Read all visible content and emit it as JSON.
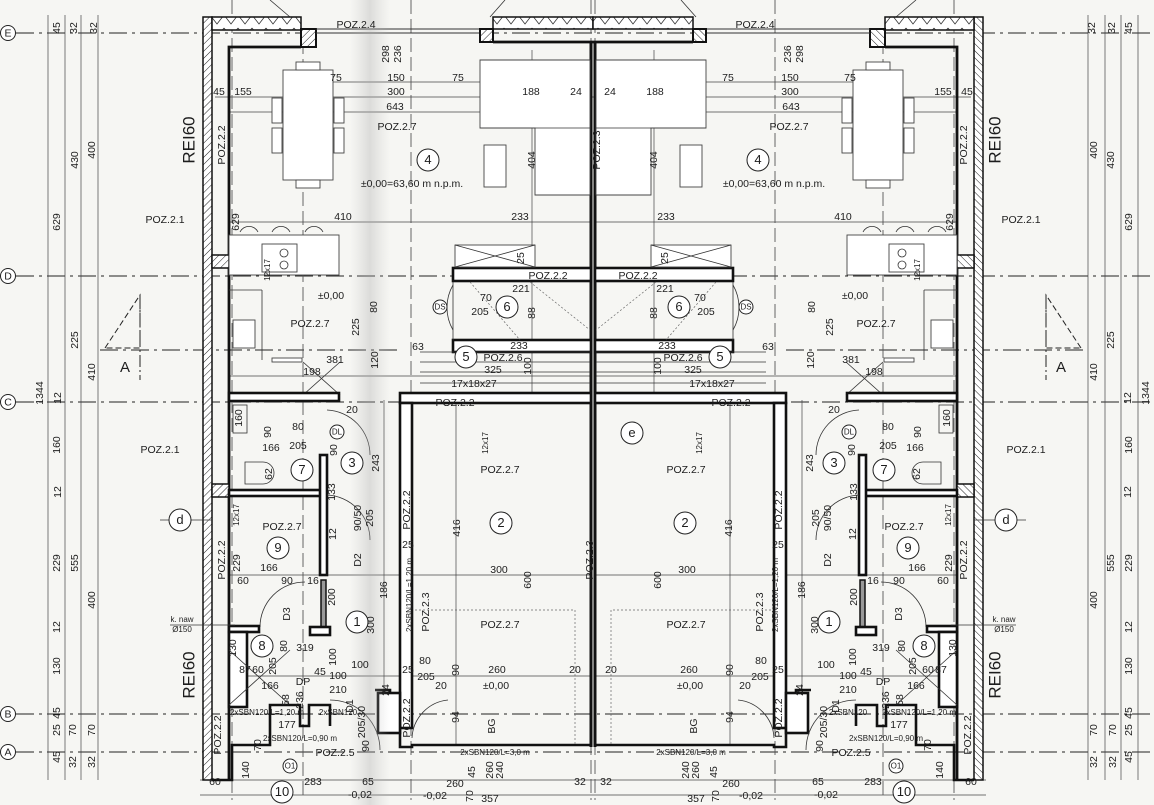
{
  "grid_axes": [
    "E",
    "D",
    "C",
    "B",
    "A"
  ],
  "detail_markers": [
    "d",
    "e"
  ],
  "section_marker": "A",
  "rooms": [
    "1",
    "2",
    "3",
    "4",
    "5",
    "6",
    "7",
    "8",
    "9",
    "10"
  ],
  "elevations": {
    "main": "±0,00=63,60 m n.p.m.",
    "zero": "±0,00",
    "outside": "-0,02"
  },
  "positions": {
    "p21": "POZ.2.1",
    "p22": "POZ.2.2",
    "p23": "POZ.2.3",
    "p24": "POZ.2.4",
    "p25": "POZ.2.5",
    "p26": "POZ.2.6",
    "p27": "POZ.2.7"
  },
  "fire_rating": "REI60",
  "doors": {
    "ds": "DS",
    "dl": "DL",
    "dp": "DP",
    "d1": "D1",
    "d2": "D2",
    "d3": "D3",
    "bg": "BG",
    "o1": "O1"
  },
  "lintels": {
    "l120": "2xSBN120/L=1,20 m",
    "l090": "2xSBN120/L=0,90 m",
    "l300": "2xSBN120/L=3,0 m",
    "sbn": "2xSBN120"
  },
  "stairs": "17x18x27",
  "vent": {
    "label": "k. naw",
    "dia": "Ø150"
  },
  "step_tag": "12x17",
  "dims": [
    "45",
    "32",
    "32",
    "629",
    "430",
    "400",
    "225",
    "410",
    "1344",
    "12",
    "160",
    "12",
    "229",
    "555",
    "400",
    "12",
    "130",
    "45",
    "25",
    "70",
    "70",
    "45",
    "32",
    "32",
    "298",
    "236",
    "75",
    "150",
    "75",
    "155",
    "45",
    "300",
    "188",
    "24",
    "643",
    "404",
    "629",
    "410",
    "233",
    "25",
    "221",
    "70",
    "205",
    "88",
    "80",
    "225",
    "63",
    "233",
    "100",
    "325",
    "381",
    "198",
    "120",
    "80",
    "205",
    "166",
    "90",
    "160",
    "20",
    "90",
    "62",
    "133",
    "90/50",
    "205",
    "12",
    "229",
    "166",
    "60",
    "90",
    "16",
    "416",
    "25",
    "300",
    "600",
    "200",
    "186",
    "300",
    "130",
    "80",
    "205",
    "319",
    "100",
    "87",
    "60",
    "45",
    "100",
    "210",
    "166",
    "58",
    "236",
    "100",
    "80",
    "205",
    "20",
    "25",
    "90",
    "260",
    "20",
    "94",
    "177",
    "90",
    "70",
    "140",
    "283",
    "60",
    "65",
    "45",
    "260",
    "240",
    "260",
    "32",
    "357",
    "70",
    "24",
    "205/30",
    "243"
  ]
}
